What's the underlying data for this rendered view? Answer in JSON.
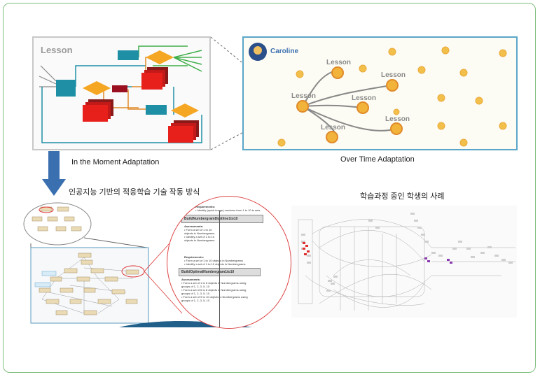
{
  "top_left": {
    "title": "Lesson",
    "caption": "In the Moment Adaptation"
  },
  "top_right": {
    "student": "Caroline",
    "lesson_label": "Lesson",
    "caption": "Over Time Adaptation"
  },
  "mid_labels": {
    "left": "인공지능 기반의 적응학습 기술 작동 방식",
    "right": "학습과정 중인 학생의 사례"
  },
  "zoom_panel": {
    "req1_title": "Requirements:",
    "req1_item": "• Identify (quick image) numbers from 1 to 10 in sets",
    "node1": "BuildNumbergramDigitline1to10",
    "assess1_title": "Assessments:",
    "assess1_items": [
      "• Form a set of 1 to 10",
      "objects in Numbergrams",
      "• Identify a set of 1 to 10",
      "objects in Numbergrams"
    ],
    "req2_title": "Requirements:",
    "req2_items": [
      "• Form a set of 1 to 10 objects in Numbergrams",
      "• Identify a set of 1 to 10 objects in Numbergrams"
    ],
    "node2": "BuildOptimalNumbergram1to10",
    "assess2_title": "Assessments:",
    "assess2_items": [
      "• Form a set of 1 to 5 objects in Numbergrams using",
      "groups of 1, 2, 3, 5, 10",
      "• Form a set of 6 to 8 objects in Numbergrams using",
      "groups of 1, 2, 3, 5, 10",
      "• Form a set of 9 to 10 objects in Numbergrams using",
      "groups of 1, 2, 3, 5, 10"
    ]
  },
  "colors": {
    "frame_border": "#7fbf7f",
    "teal": "#1f8fa6",
    "orange": "#f5a623",
    "red": "#e8201c",
    "green": "#3fae49",
    "blue_arrow": "#3a6fb0"
  }
}
